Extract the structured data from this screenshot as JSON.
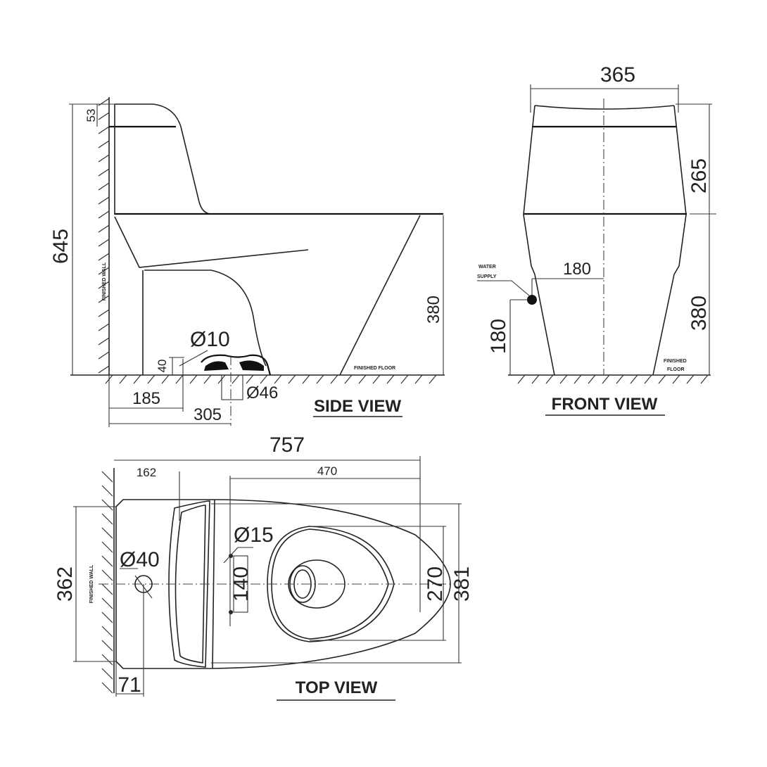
{
  "side_view": {
    "title": "SIDE VIEW",
    "wall_label": "FINISHED WALL",
    "floor_label": "FINISHED FLOOR",
    "dims": {
      "overall_height": "645",
      "lid_thickness": "53",
      "seat_height": "380",
      "outlet_from_wall": "185",
      "outlet_center_from_wall": "305",
      "outlet_height": "40",
      "fixing_hole_dia": "Ø10",
      "outlet_dia": "Ø46"
    }
  },
  "front_view": {
    "title": "FRONT VIEW",
    "water_supply_label_1": "WATER",
    "water_supply_label_2": "SUPPLY",
    "floor_label_1": "FINISHED",
    "floor_label_2": "FLOOR",
    "dims": {
      "width": "365",
      "tank_height": "265",
      "seat_height": "380",
      "supply_offset": "180",
      "supply_height": "180"
    }
  },
  "top_view": {
    "title": "TOP VIEW",
    "wall_label": "FINISHED WALL",
    "dims": {
      "overall_length": "757",
      "bowl_length": "470",
      "tank_depth": "162",
      "tank_width": "362",
      "bowl_inner_width": "270",
      "bowl_outer_width": "381",
      "fixing_spacing": "140",
      "fixing_dia": "Ø15",
      "supply_dia": "Ø40",
      "supply_offset": "71"
    }
  }
}
